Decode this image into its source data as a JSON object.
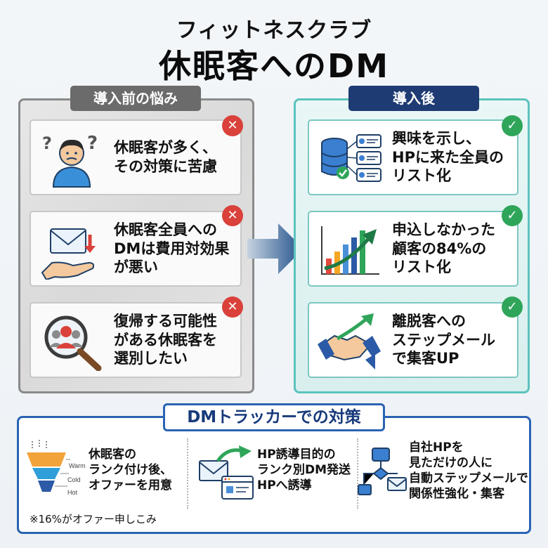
{
  "header": {
    "line1": "フィットネスクラブ",
    "line2": "休眠客へのDM"
  },
  "before": {
    "label": "導入前の悩み",
    "cards": [
      {
        "lines": [
          "休眠客が多く、",
          "その対策に苦慮"
        ],
        "icon": "confused-person-icon"
      },
      {
        "lines": [
          "休眠客全員への",
          "DMは費用対効果",
          "が悪い"
        ],
        "icon": "mail-hand-icon"
      },
      {
        "lines": [
          "復帰する可能性",
          "がある休眠客を",
          "選別したい"
        ],
        "icon": "magnifier-people-icon"
      }
    ]
  },
  "after": {
    "label": "導入後",
    "cards": [
      {
        "lines": [
          "興味を示し、",
          "HPに来た全員の",
          "リスト化"
        ],
        "icon": "database-list-icon"
      },
      {
        "lines": [
          "申込しなかった",
          "顧客の84%の",
          "リスト化"
        ],
        "icon": "bar-chart-growth-icon"
      },
      {
        "lines": [
          "離脱客への",
          "ステップメール",
          "で集客UP"
        ],
        "icon": "handshake-megaphone-icon"
      }
    ]
  },
  "measures": {
    "title": "DMトラッカーでの対策",
    "items": [
      {
        "lines": [
          "休眠客の",
          "ランク付け後、",
          "オファーを用意"
        ],
        "icon": "funnel-icon",
        "funnel_labels": [
          "Warm",
          "Cold",
          "Hot"
        ]
      },
      {
        "lines": [
          "HP誘導目的の",
          "ランク別DM発送",
          "HPへ誘導"
        ],
        "icon": "mail-browser-icon"
      },
      {
        "lines": [
          "自社HPを",
          "見ただけの人に",
          "自動ステップメールで",
          "関係性強化・集客"
        ],
        "icon": "flowchart-mail-icon"
      }
    ],
    "footnote": "※16%がオファー申しこみ"
  },
  "colors": {
    "cross": "#d9413a",
    "check": "#2fa55a",
    "navy": "#1f3b73",
    "teal": "#5cc3bd",
    "blue": "#2a63b3"
  }
}
